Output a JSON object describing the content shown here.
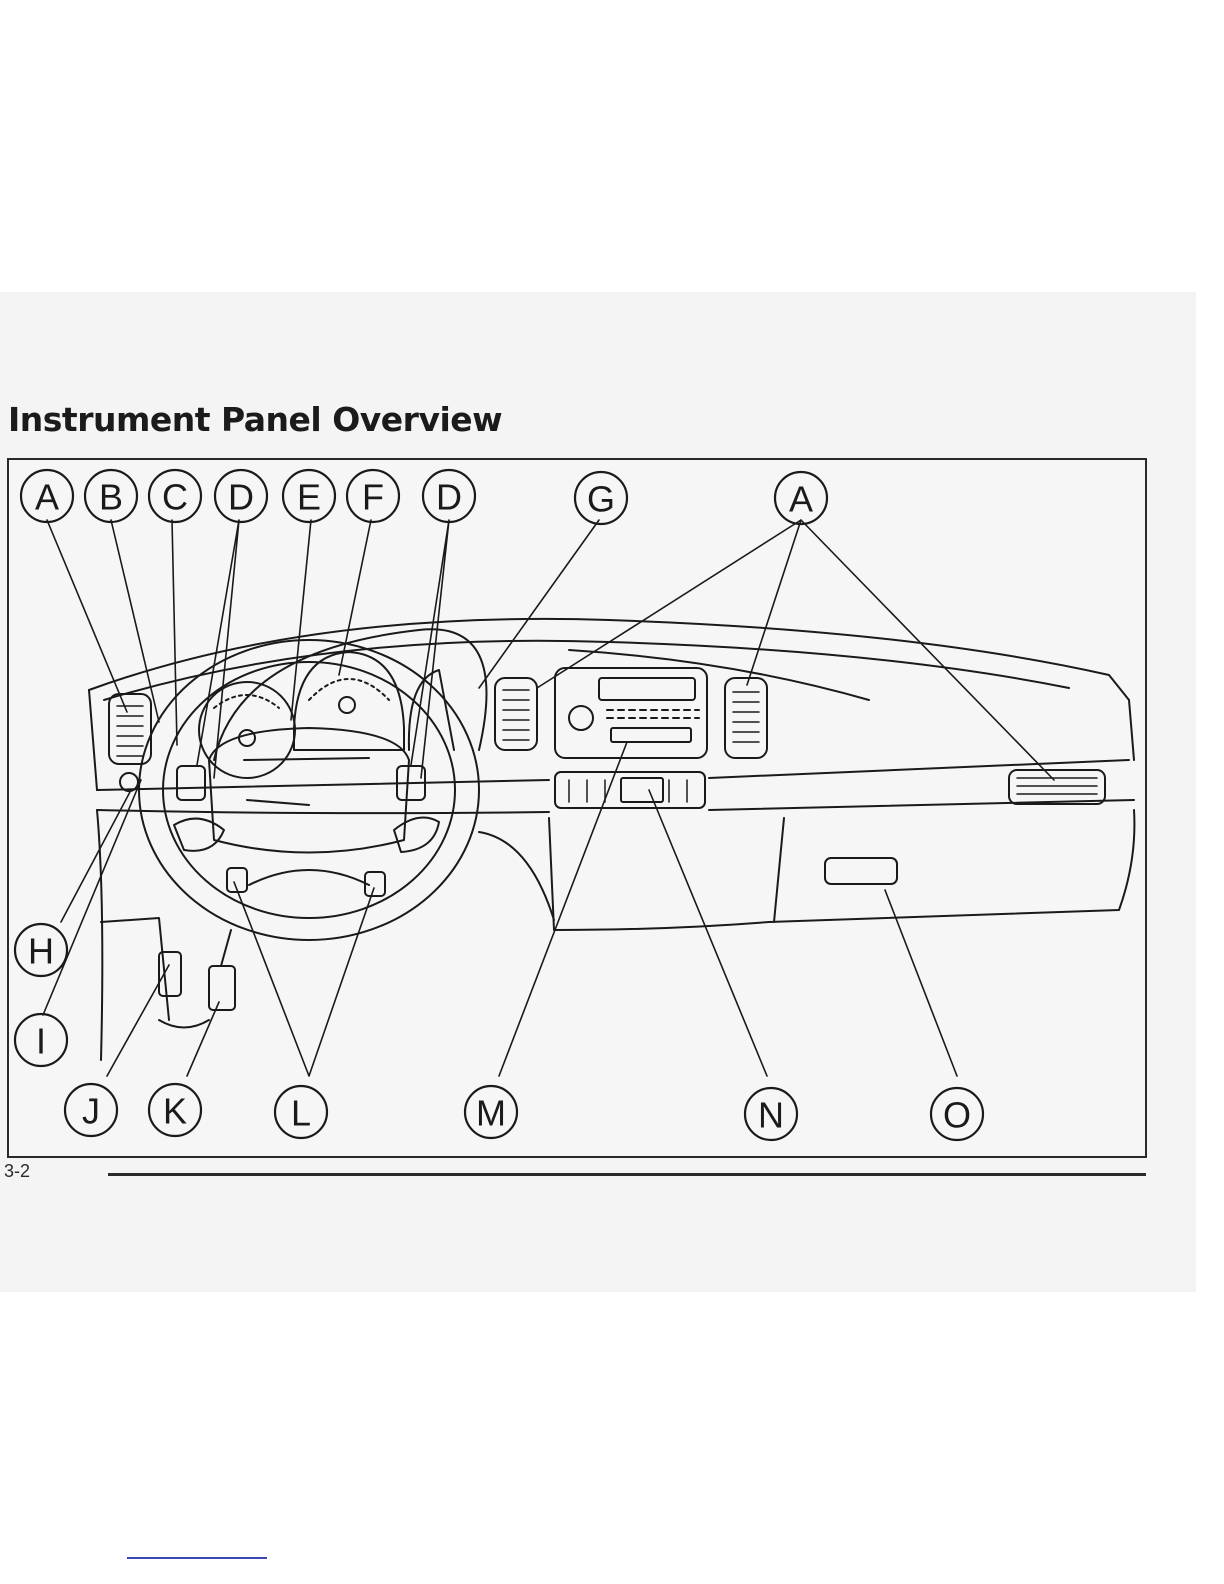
{
  "page": {
    "title": "Instrument Panel Overview",
    "page_number": "3-2"
  },
  "callouts": [
    {
      "letter": "A"
    },
    {
      "letter": "B"
    },
    {
      "letter": "C"
    },
    {
      "letter": "D"
    },
    {
      "letter": "E"
    },
    {
      "letter": "F"
    },
    {
      "letter": "D"
    },
    {
      "letter": "G"
    },
    {
      "letter": "A"
    },
    {
      "letter": "H"
    },
    {
      "letter": "I"
    },
    {
      "letter": "J"
    },
    {
      "letter": "K"
    },
    {
      "letter": "L"
    },
    {
      "letter": "M"
    },
    {
      "letter": "N"
    },
    {
      "letter": "O"
    }
  ],
  "colors": {
    "ink": "#1a1a1a",
    "panel_background": "#f4f4f4",
    "link_rule": "#3b47b5"
  }
}
